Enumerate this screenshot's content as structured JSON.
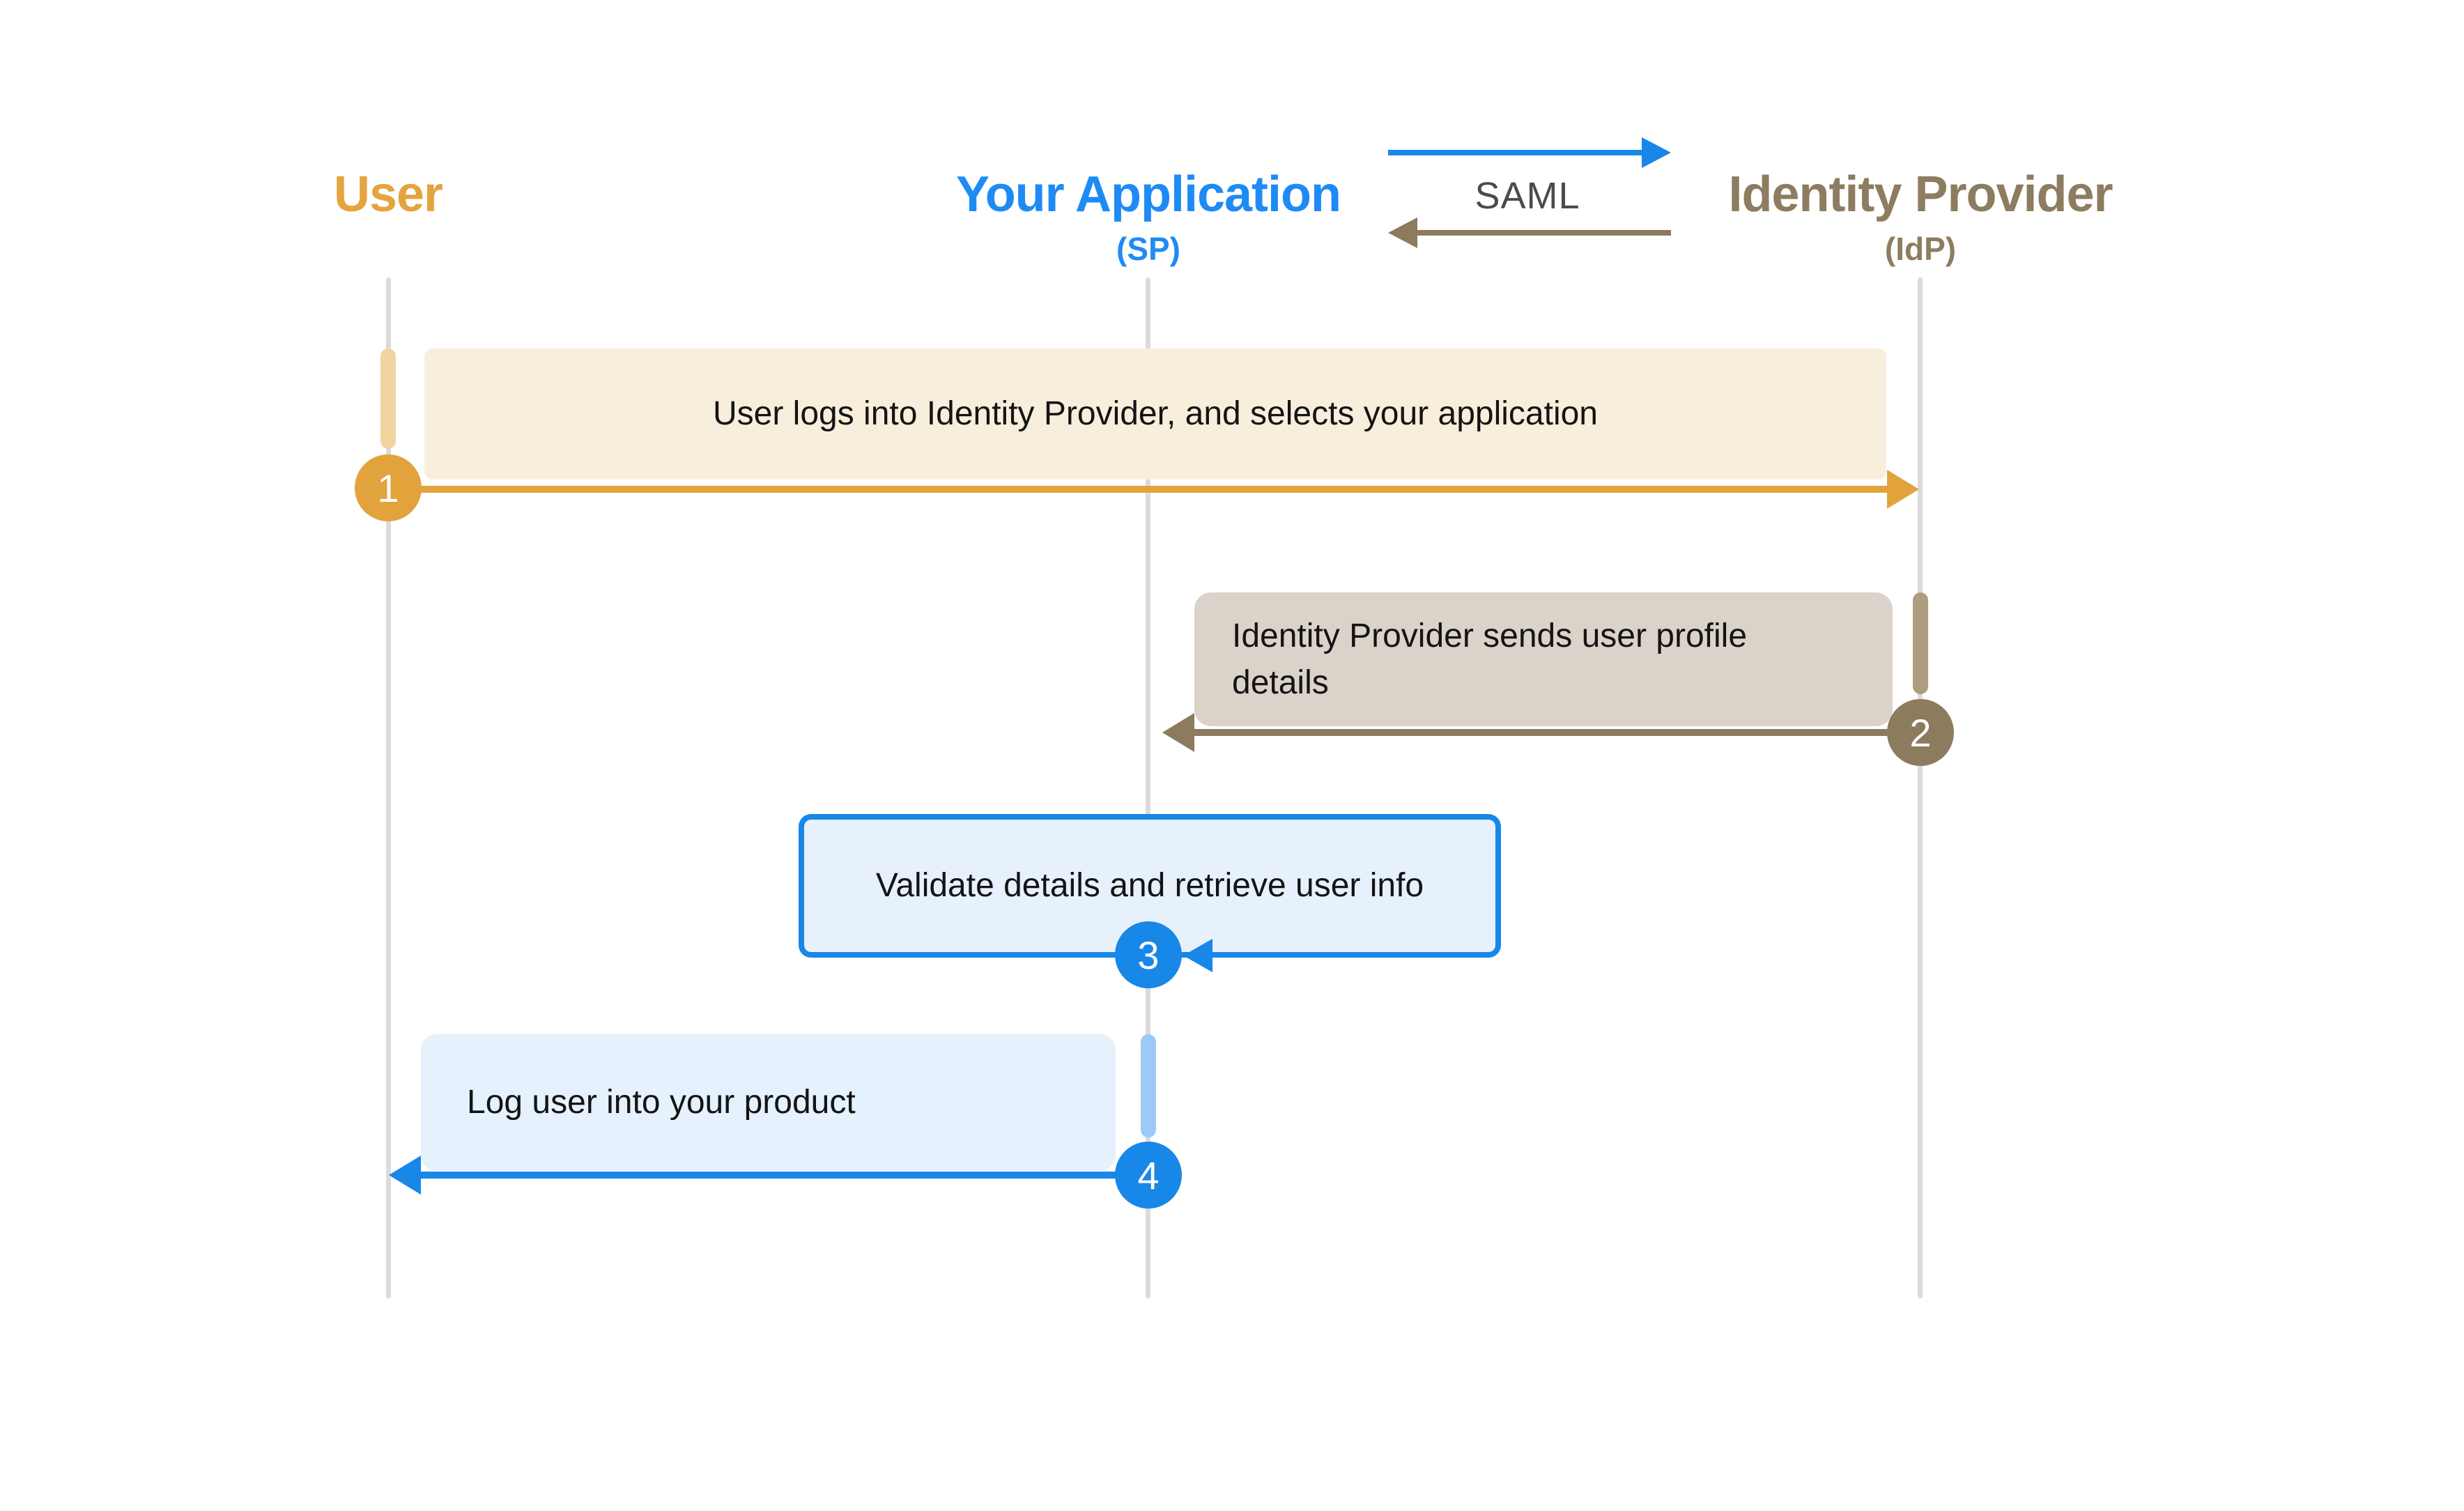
{
  "actors": [
    {
      "name": "User",
      "sub": "",
      "color": "#E5A43D"
    },
    {
      "name": "Your Application",
      "sub": "(SP)",
      "color": "#1E8BF5"
    },
    {
      "name": "Identity Provider",
      "sub": "(IdP)",
      "color": "#8D7C5F"
    }
  ],
  "protocol": {
    "label": "SAML",
    "request_arrow_color": "#1787E8",
    "response_arrow_color": "#8C7B5E"
  },
  "steps": [
    {
      "number": "1",
      "text": "User logs into Identity Provider, and selects your application",
      "from": "User",
      "to": "Identity Provider",
      "accent_color": "#E2A33C",
      "box_fill": "#F8EEDC"
    },
    {
      "number": "2",
      "text": "Identity Provider sends user profile details",
      "from": "Identity Provider",
      "to": "Your Application",
      "accent_color": "#8C7B5E",
      "box_fill": "#DBD3CA"
    },
    {
      "number": "3",
      "text": "Validate details and retrieve user info",
      "from": "Your Application",
      "to": "Your Application",
      "accent_color": "#1787E8",
      "box_fill": "#E7F1FB"
    },
    {
      "number": "4",
      "text": "Log user into your product",
      "from": "Your Application",
      "to": "User",
      "accent_color": "#1787E8",
      "box_fill": "#E5F1FC"
    }
  ],
  "colors": {
    "lifeline": "#DBDBDB",
    "user_activation": "#F2D4A0",
    "idp_activation": "#AE9D7E",
    "app_activation": "#9CC9F5",
    "saml_label_text": "#4B4B4B",
    "message_text": "#141414",
    "background": "#FFFFFF"
  }
}
